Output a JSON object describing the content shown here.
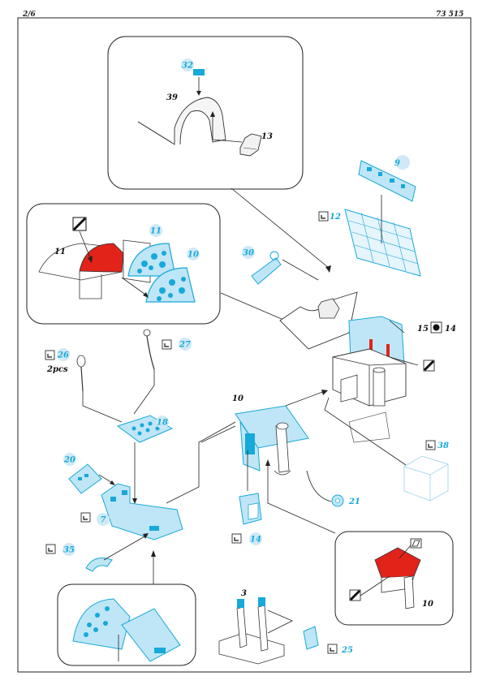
{
  "header": {
    "page": "2/6",
    "code": "73 515"
  },
  "callouts": {
    "c32": "32",
    "c39": "39",
    "c13": "13",
    "c9": "9",
    "c12": "12",
    "c30": "30",
    "c11a": "11",
    "c11b": "11",
    "c10a": "10",
    "c15": "15",
    "c14a": "14",
    "c26": "26",
    "c26note": "2pcs",
    "c27": "27",
    "c18": "18",
    "c10b": "10",
    "c20": "20",
    "c7": "7",
    "c35": "35",
    "c14b": "14",
    "c21": "21",
    "c38": "38",
    "c10c": "10",
    "c3": "3",
    "c25": "25"
  },
  "colors": {
    "photoetch": "#17a9d9",
    "photoetch_fill": "#bfe6f6",
    "painted": "#e2231a",
    "line": "#222222"
  }
}
